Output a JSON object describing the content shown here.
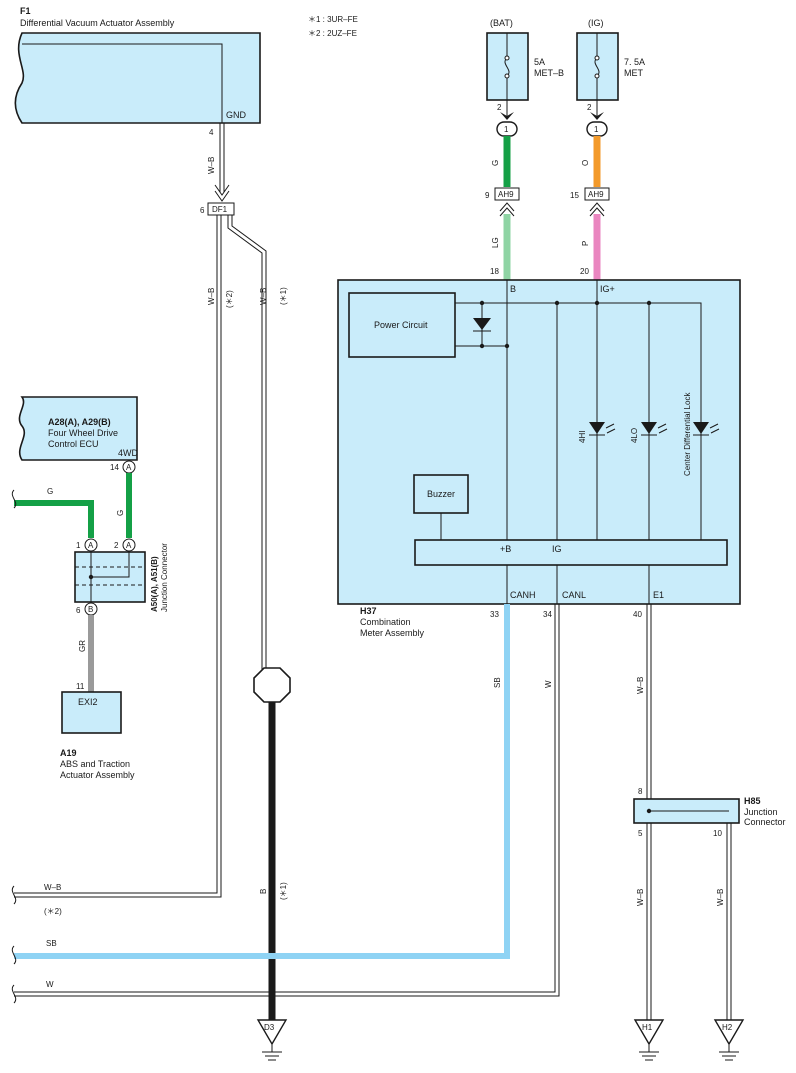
{
  "notes": {
    "n1": "＊1 : 3UR–FE",
    "n2": "＊2 : 2UZ–FE"
  },
  "components": {
    "f1": {
      "code": "F1",
      "name": "Differential Vacuum Actuator Assembly",
      "pin_label": "GND",
      "pin": "4"
    },
    "fwd_ecu": {
      "code": "A28(A), A29(B)",
      "name_line1": "Four Wheel Drive",
      "name_line2": "Control ECU",
      "pin_label": "4WD",
      "pin": "14",
      "conn": "A"
    },
    "jc_a50": {
      "code": "A50(A), A51(B)",
      "name": "Junction Connector",
      "pin1": "1",
      "pin2": "2",
      "pin6": "6",
      "conn_a": "A",
      "conn_b": "B"
    },
    "a19": {
      "code": "A19",
      "name_line1": "ABS and Traction",
      "name_line2": "Actuator Assembly",
      "pin_label": "EXI2",
      "pin": "11"
    },
    "h37": {
      "code": "H37",
      "name_line1": "Combination",
      "name_line2": "Meter Assembly",
      "power_circuit": "Power Circuit",
      "buzzer": "Buzzer",
      "led_4hi": "4HI",
      "led_4lo": "4LO",
      "led_cdl": "Center Differential Lock",
      "bus_b": "+B",
      "bus_ig": "IG",
      "pin_b": "B",
      "pin_ig": "IG+",
      "pin_canh": "CANH",
      "pin_canl": "CANL",
      "pin_e1": "E1",
      "n18": "18",
      "n20": "20",
      "n33": "33",
      "n34": "34",
      "n40": "40"
    },
    "h85": {
      "code": "H85",
      "name_line1": "Junction",
      "name_line2": "Connector",
      "pin8": "8",
      "pin5": "5",
      "pin10": "10"
    },
    "fuse_bat": {
      "source": "(BAT)",
      "rating": "5A",
      "name": "MET–B",
      "pin": "2",
      "conn": "1"
    },
    "fuse_ig": {
      "source": "(IG)",
      "rating": "7. 5A",
      "name": "MET",
      "pin": "2",
      "conn": "1"
    },
    "df1": {
      "pin": "6",
      "label": "DF1"
    },
    "ah9_b": {
      "pin": "9",
      "label": "AH9"
    },
    "ah9_ig": {
      "pin": "15",
      "label": "AH9"
    }
  },
  "wires": {
    "wb": "W–B",
    "g": "G",
    "lg": "LG",
    "o": "O",
    "p": "P",
    "gr": "GR",
    "sb": "SB",
    "w": "W",
    "b": "B",
    "star1": "(＊1)",
    "star2": "(＊2)"
  },
  "grounds": {
    "d3": "D3",
    "h1": "H1",
    "h2": "H2"
  },
  "colors": {
    "component_fill": "#c9ecfa",
    "green": "#14a046",
    "light_green": "#8fd4a4",
    "orange": "#f39a2b",
    "pink": "#ea86c0",
    "sky_blue": "#8fd3f4",
    "gray": "#9a9a9a",
    "black": "#1a1a1a"
  }
}
